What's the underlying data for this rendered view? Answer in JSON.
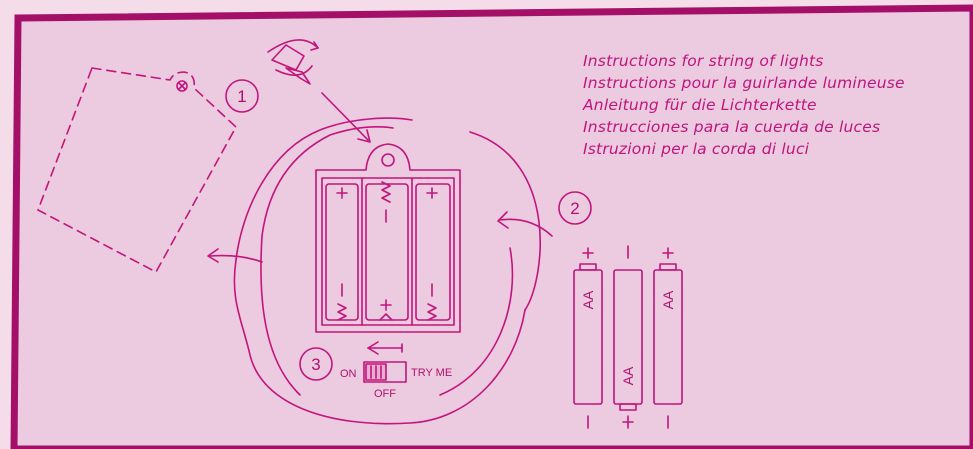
{
  "instructions": [
    "Instructions for string of lights",
    "Instructions pour la guirlande lumineuse",
    "Anleitung für die Lichterkette",
    "Instrucciones para la cuerda de luces",
    "Istruzioni per la corda di luci"
  ],
  "steps": {
    "s1": "1",
    "s2": "2",
    "s3": "3"
  },
  "switch": {
    "on": "ON",
    "off": "OFF",
    "tryme": "TRY ME"
  },
  "batteries": {
    "b1": "AA",
    "b2": "AA",
    "b3": "AA"
  },
  "colors": {
    "accent": "#c4147e",
    "background": "#eccadf"
  }
}
